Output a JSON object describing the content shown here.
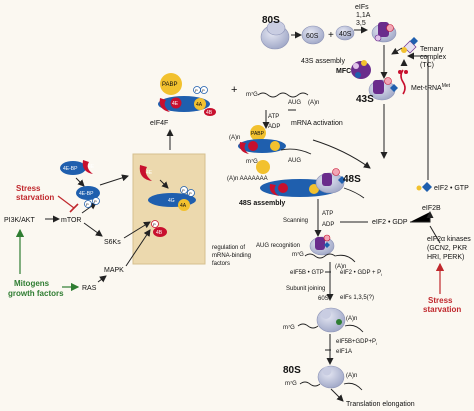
{
  "figure": {
    "ribosome_80s": "80S",
    "subunit_60s": "60S",
    "plus1": "+",
    "subunit_40s": "40S",
    "eifs_top": [
      "eIFs",
      "1,1A",
      "3,5"
    ],
    "mfc": "MFC",
    "ternary_complex": [
      "Ternary",
      "complex",
      "(TC)"
    ],
    "met_trna": "Met-tRNA",
    "met_trna_sup": "Met",
    "assembly_43s": "43S assembly",
    "label_43s": "43S",
    "eif4f": "eIF4F",
    "plus2": "+",
    "m7g_1": "m⁷G",
    "aug_an_1": "AUG",
    "an_1": "(A)n",
    "atp1": "ATP",
    "adp1": "ADP",
    "mrna_activation": "mRNA activation",
    "an_aaaa_1": "(A)n",
    "aug_2": "AUG",
    "m7g_2": "m⁷G",
    "an_aaaa_2": "(A)n AAAAAAA",
    "label_48s": "48S",
    "assembly_48s": "48S assembly",
    "scanning": "Scanning",
    "atp2": "ATP",
    "adp2": "ADP",
    "aug_recognition": "AUG recognition",
    "m7g_3": "m⁷G",
    "an_3": "(A)n",
    "eif2_gdp": "eIF2 • GDP",
    "eif2_gtp": "eIF2 • GTP",
    "eif2b": "eIF2B",
    "eif2a_kinases": [
      "eIF2α kinases",
      "(GCN2, PKR",
      "HRI, PERK)"
    ],
    "stress_starvation_right": [
      "Stress",
      "starvation"
    ],
    "eif5b_gtp": "eIF5B • GTP",
    "eif2_gdp_pi": "eIF2 • GDP + P",
    "pi_sub": "i",
    "subunit_joining": "Subunit joining",
    "sixty_s_2": "60S",
    "eifs_135": "eIFs 1,3,5(?)",
    "m7g_4": "m⁷G",
    "an_4": "(A)n",
    "eif5b_gdp_pi": "eIF5B+GDP+P",
    "eif1a": "eIF1A",
    "m7g_5": "m⁷G",
    "an_5": "(A)n",
    "label_80s_bottom": "80S",
    "translation_elongation": "Translation elongation",
    "stress_starvation_left": [
      "Stress",
      "starvation"
    ],
    "pi3k_akt": "PI3K/AKT",
    "mtor": "mTOR",
    "s6ks": "S6Ks",
    "mapk": "MAPK",
    "ras": "RAS",
    "mitogens": [
      "Mitogens",
      "growth factors"
    ],
    "regulation": [
      "regulation of",
      "mRNA-binding",
      "factors"
    ],
    "protein_4e": "4E",
    "protein_4ebp": "4E-BP",
    "protein_4g": "4G",
    "protein_4a": "4A",
    "protein_4b": "4B",
    "protein_pabp": "PABP",
    "phospho": "P"
  },
  "colors": {
    "red_protein": "#c8102e",
    "blue_protein": "#1f5fae",
    "yellow_protein": "#f2c12e",
    "purple_protein": "#6a2c8c",
    "box_fill": "#ecd9ae",
    "stress_red": "#c0282d",
    "mitogen_green": "#2f7d32"
  }
}
